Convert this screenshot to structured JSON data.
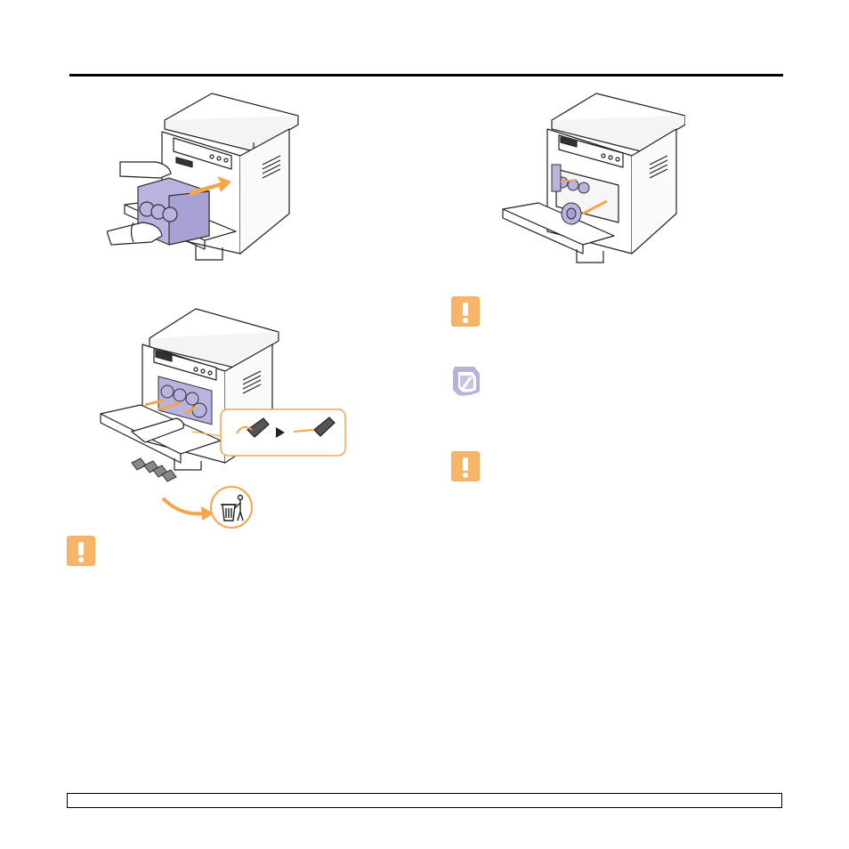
{
  "page": {
    "background": "#ffffff",
    "accent_color": "#f5a64b",
    "note_color": "#b8b2d8",
    "toner_color": "#b9b3e0"
  },
  "figures": [
    {
      "name": "figure-insert-toner-cartridge"
    },
    {
      "name": "figure-printer-front-door-open"
    },
    {
      "name": "figure-remove-toner-caps"
    }
  ],
  "icons": {
    "caution": "caution-icon",
    "note": "note-icon",
    "recycle_bin": "trash-bin-icon"
  }
}
